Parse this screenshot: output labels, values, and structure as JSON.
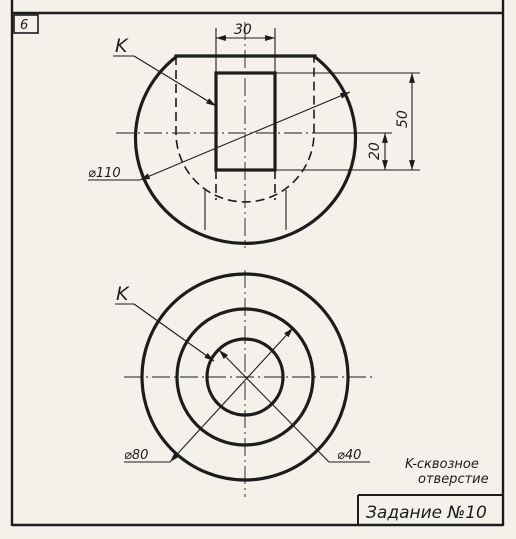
{
  "sheet_number": "6",
  "front_view": {
    "width_dim": "30",
    "height_dim": "50",
    "bottom_dim": "20",
    "diameter_dim": "⌀110",
    "leader_label": "K"
  },
  "top_view": {
    "leader_label": "K",
    "dia_outer_inner": "⌀80",
    "dia_hole": "⌀40"
  },
  "note": {
    "line1": "K-сквозное",
    "line2": "отверстие"
  },
  "title_block": {
    "task": "Задание №10"
  }
}
